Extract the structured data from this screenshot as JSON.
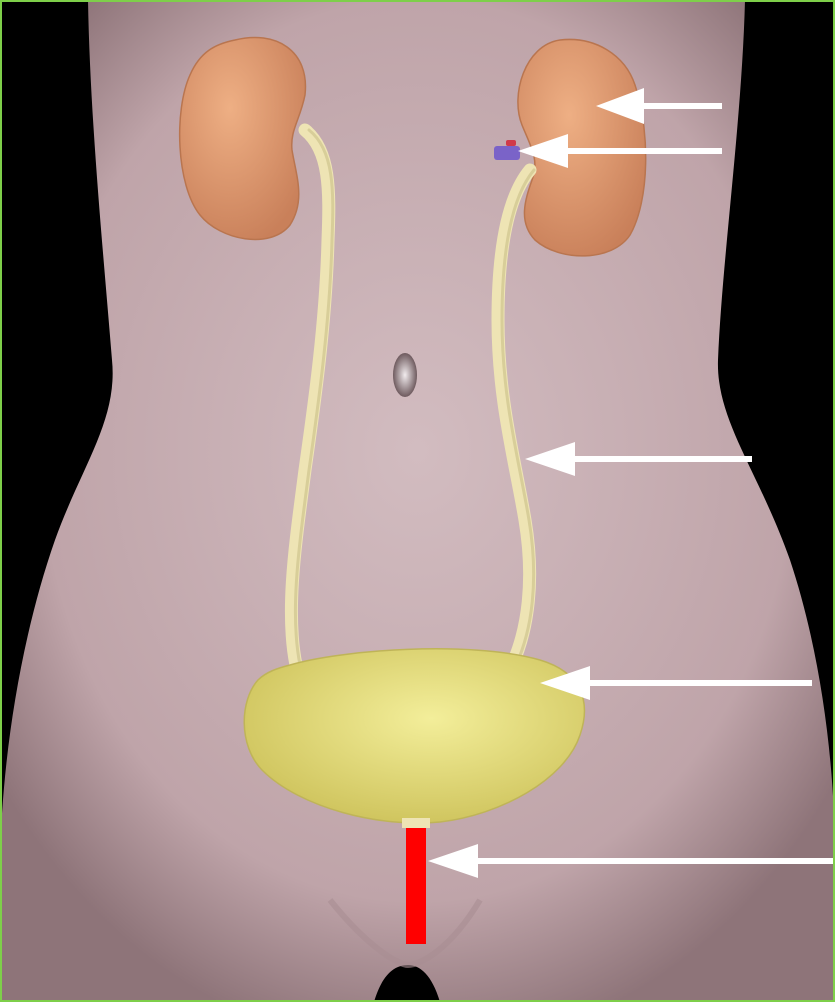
{
  "diagram": {
    "organs": [
      {
        "name": "left-kidney"
      },
      {
        "name": "right-kidney"
      },
      {
        "name": "renal-vessel"
      },
      {
        "name": "left-ureter"
      },
      {
        "name": "right-ureter"
      },
      {
        "name": "bladder"
      },
      {
        "name": "urethra"
      },
      {
        "name": "navel"
      }
    ],
    "label_arrows": [
      {
        "target": "kidney"
      },
      {
        "target": "renal-vessel"
      },
      {
        "target": "ureter"
      },
      {
        "target": "bladder"
      },
      {
        "target": "urethra"
      }
    ],
    "colors": {
      "background": "#000000",
      "frame": "#7ecf4a",
      "skin": "#c9aeb3",
      "kidney": "#e09a6e",
      "ureter": "#eee4b4",
      "bladder": "#e8e07a",
      "urethra_highlight": "#ff0000",
      "renal_vessel": "#7a63c8",
      "arrow": "#ffffff"
    }
  }
}
